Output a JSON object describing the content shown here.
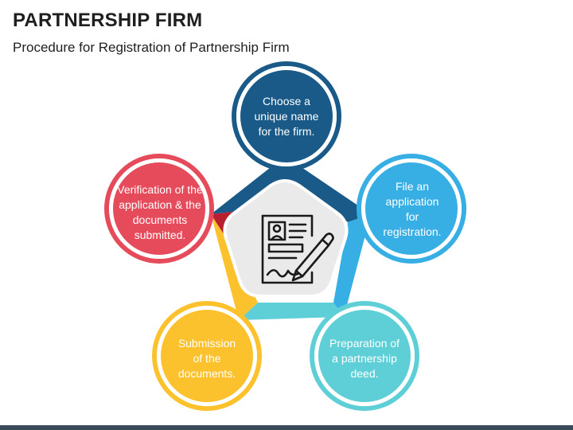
{
  "title": "PARTNERSHIP FIRM",
  "subtitle": "Procedure for Registration of Partnership Firm",
  "center_icon": "document-signing-icon",
  "steps": [
    {
      "label": "Choose a\nunique name\nfor the firm.",
      "color": "#1a5a88"
    },
    {
      "label": "File an\napplication\nfor\nregistration.",
      "color": "#37aee4"
    },
    {
      "label": "Preparation of\na partnership\ndeed.",
      "color": "#5fcfd7"
    },
    {
      "label": "Submission\nof the\ndocuments.",
      "color": "#fcc22d"
    },
    {
      "label": "Verification of the\napplication & the\ndocuments\nsubmitted.",
      "color": "#e54b5b"
    }
  ],
  "colors": {
    "bottom_bar": "#3a4a5a",
    "center_fill": "#eaeaea",
    "icon_stroke": "#1a1a1a"
  }
}
